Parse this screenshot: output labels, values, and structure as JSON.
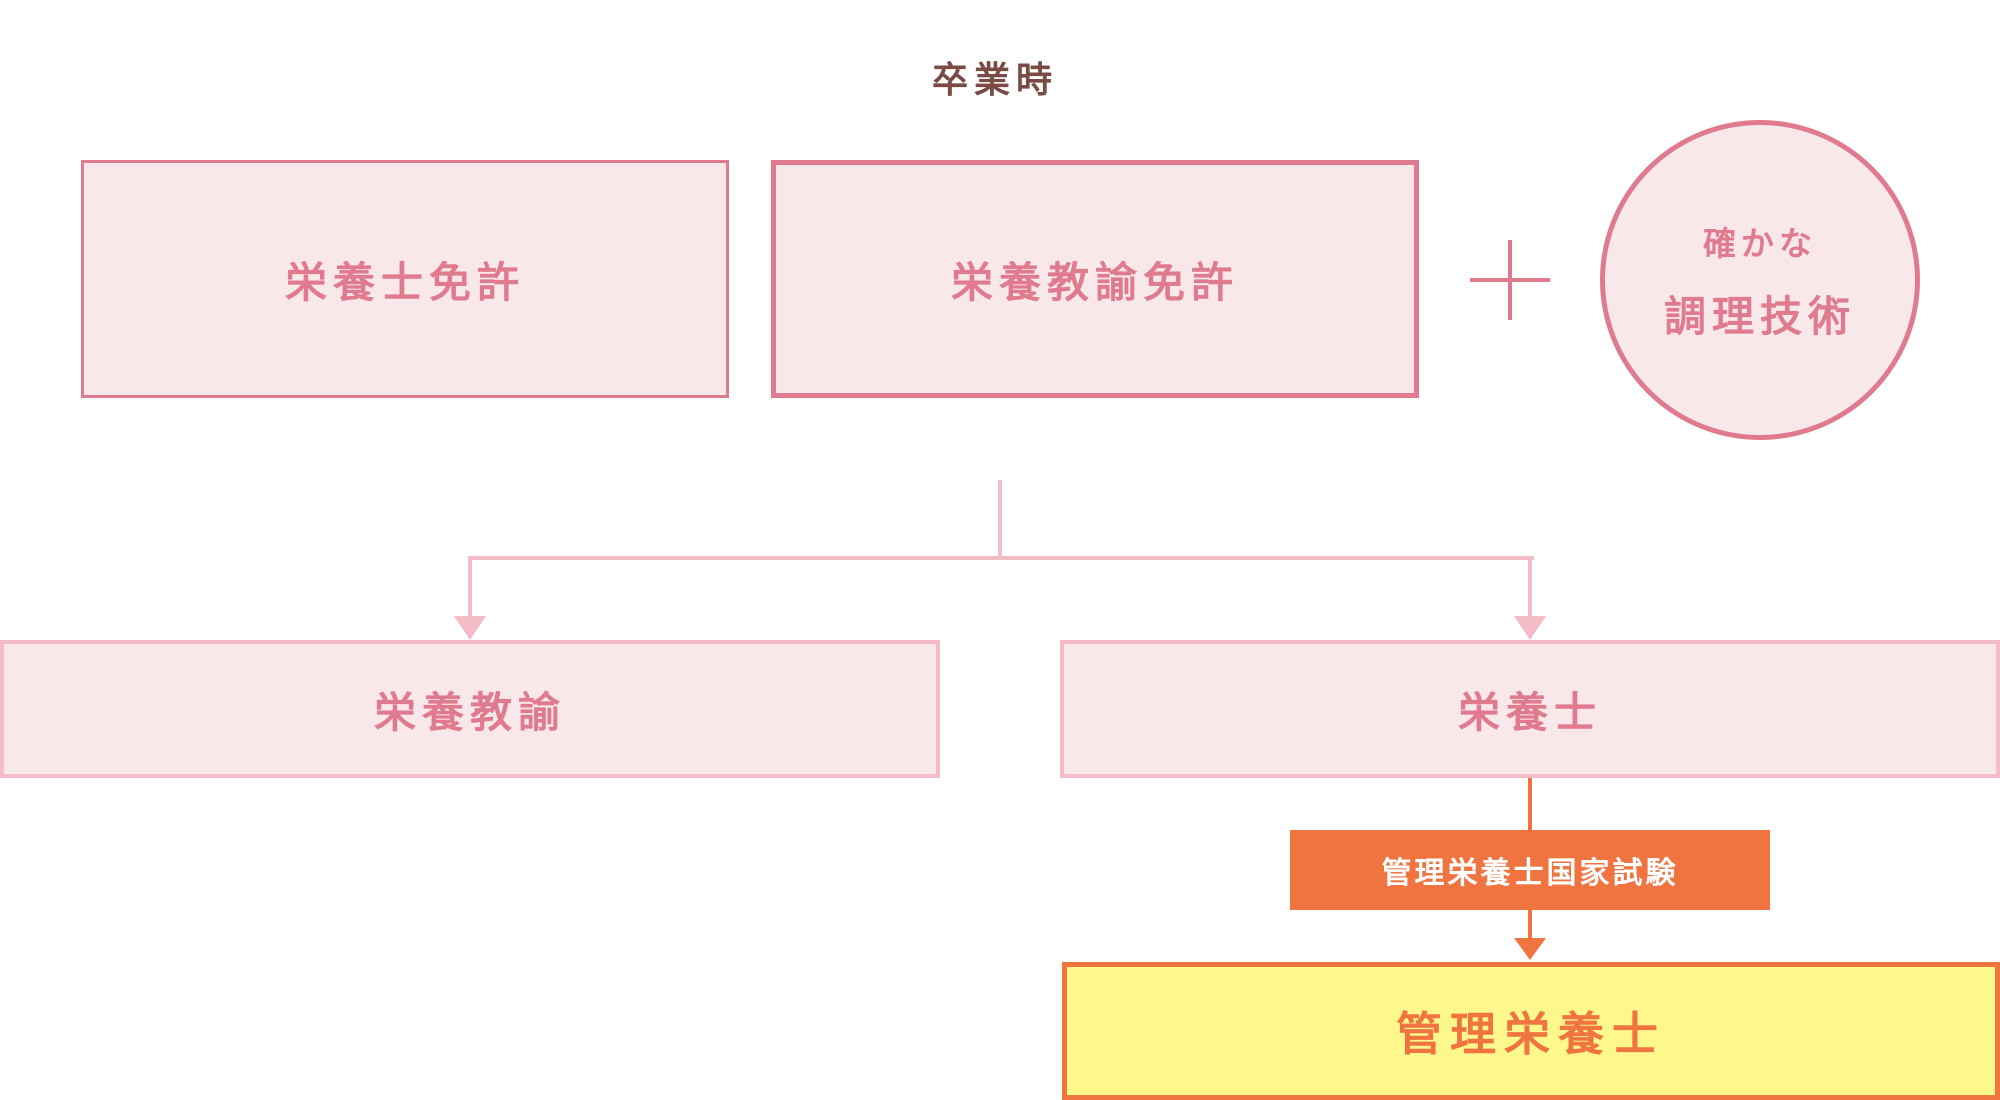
{
  "heading": "卒業時",
  "licenses": [
    {
      "label": "栄養士免許"
    },
    {
      "label": "栄養教諭免許"
    }
  ],
  "plus_symbol": "+",
  "skill": {
    "sub": "確かな",
    "main": "調理技術"
  },
  "careers": [
    {
      "label": "栄養教諭"
    },
    {
      "label": "栄養士"
    }
  ],
  "exam": {
    "label": "管理栄養士国家試験"
  },
  "final": {
    "label": "管理栄養士"
  },
  "colors": {
    "pink_accent": "#e07a8e",
    "pink_fill": "#f9e8ea",
    "pink_light": "#f4bcc6",
    "orange": "#f07440",
    "yellow": "#fef78c",
    "heading": "#7a4b45"
  }
}
